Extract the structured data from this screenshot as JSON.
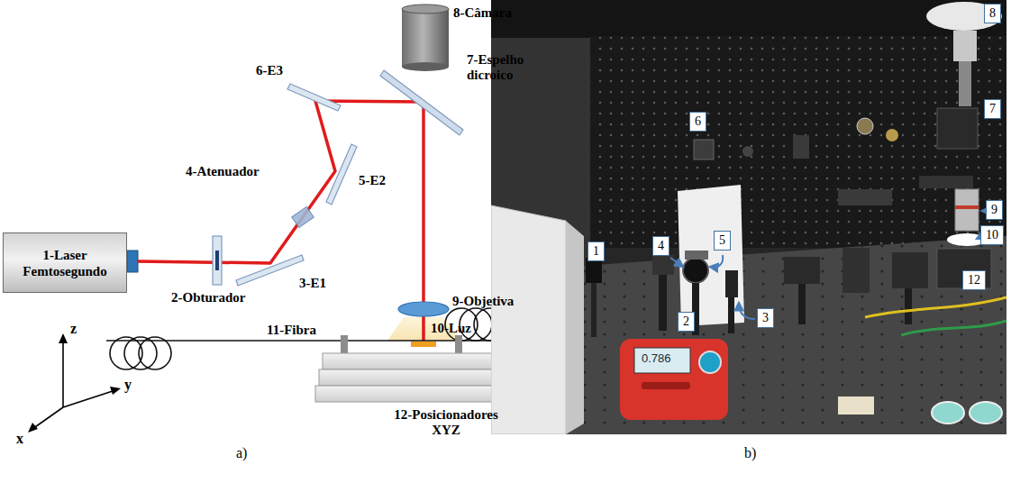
{
  "diagram": {
    "nodes": [
      {
        "text": [
          "1-Laser Femtosegundo"
        ]
      },
      {
        "text": [
          "8"
        ]
      },
      {
        "text": [
          "7"
        ]
      },
      {
        "text": [
          "6"
        ]
      },
      {
        "text": [
          "9"
        ]
      },
      {
        "text": [
          "10"
        ]
      },
      {
        "text": [
          "1"
        ]
      },
      {
        "text": [
          "4"
        ]
      },
      {
        "text": [
          "5"
        ]
      },
      {
        "text": [
          "12"
        ]
      },
      {
        "text": [
          "2"
        ]
      },
      {
        "text": [
          "3"
        ]
      }
    ],
    "labels": [
      "2-Obturador",
      "3-E1",
      "4-Atenuador",
      "5-E2",
      "6-E3",
      "7-Espelho dicroico",
      "8-Câmara",
      "9-Objetiva",
      "10-Luz",
      "11-Fibra",
      "12-Posicionadores XYZ",
      "z",
      "y",
      "x",
      "a)",
      "b)",
      "0.786"
    ]
  }
}
